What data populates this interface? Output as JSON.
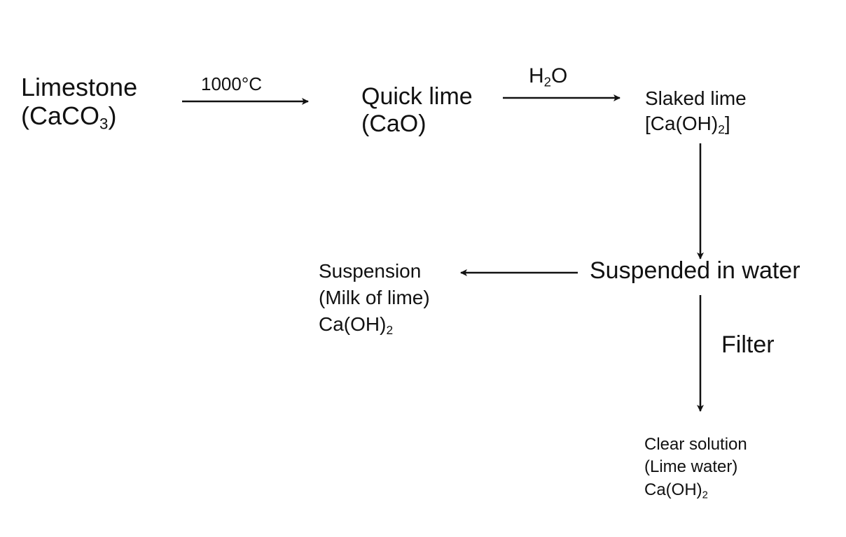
{
  "nodes": {
    "limestone": {
      "name": "Limestone",
      "formula": {
        "pre": "(CaCO",
        "sub": "3",
        "post": ")"
      }
    },
    "quick_lime": {
      "name": "Quick lime",
      "formula": {
        "pre": "(CaO)",
        "sub": "",
        "post": ""
      }
    },
    "slaked_lime": {
      "name": "Slaked lime",
      "formula": {
        "pre": "[Ca(OH)",
        "sub": "2",
        "post": "]"
      }
    },
    "suspended": {
      "name": "Suspended in water"
    },
    "suspension": {
      "name": "Suspension",
      "alt": "(Milk of lime)",
      "formula": {
        "pre": "Ca(OH)",
        "sub": "2",
        "post": ""
      }
    },
    "clear_solution": {
      "name": "Clear solution",
      "alt": "(Lime water)",
      "formula": {
        "pre": "Ca(OH)",
        "sub": "2",
        "post": ""
      }
    }
  },
  "edges": {
    "heat": {
      "label": "1000°C"
    },
    "water": {
      "label_pre": "H",
      "label_sub": "2",
      "label_post": "O"
    },
    "filter": {
      "label": "Filter"
    }
  },
  "colors": {
    "ink": "#111111",
    "background": "#ffffff"
  }
}
